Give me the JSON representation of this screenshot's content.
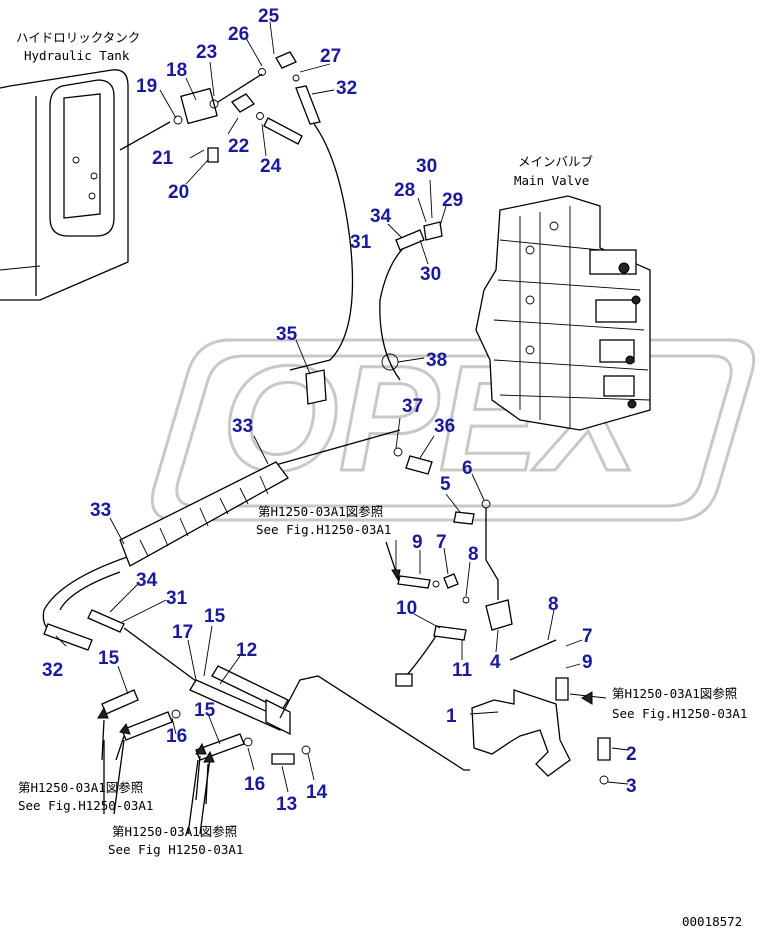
{
  "captions": {
    "tank_jp": "ハイドロリックタンク",
    "tank_en": "Hydraulic Tank",
    "valve_jp": "メインバルブ",
    "valve_en": "Main Valve",
    "ref_mid_jp": "第H1250-03A1図参照",
    "ref_mid_en": "See Fig.H1250-03A1",
    "ref_right_jp": "第H1250-03A1図参照",
    "ref_right_en": "See Fig.H1250-03A1",
    "ref_left_jp": "第H1250-03A1図参照",
    "ref_left_en": "See Fig.H1250-03A1",
    "ref_bottom_jp": "第H1250-03A1図参照",
    "ref_bottom_en": "See Fig H1250-03A1",
    "figure_no": "00018572"
  },
  "watermark": "OPEX",
  "part_labels": [
    "25",
    "26",
    "23",
    "27",
    "18",
    "19",
    "32",
    "22",
    "21",
    "24",
    "20",
    "30",
    "28",
    "29",
    "34",
    "31",
    "30",
    "35",
    "38",
    "37",
    "33",
    "36",
    "6",
    "5",
    "33",
    "9",
    "7",
    "8",
    "34",
    "31",
    "15",
    "17",
    "12",
    "10",
    "8",
    "7",
    "32",
    "15",
    "11",
    "4",
    "9",
    "1",
    "15",
    "16",
    "16",
    "2",
    "13",
    "14",
    "3"
  ],
  "colors": {
    "label": "#1a1a9c",
    "line": "#000000",
    "watermark": "#c8c8c8"
  }
}
